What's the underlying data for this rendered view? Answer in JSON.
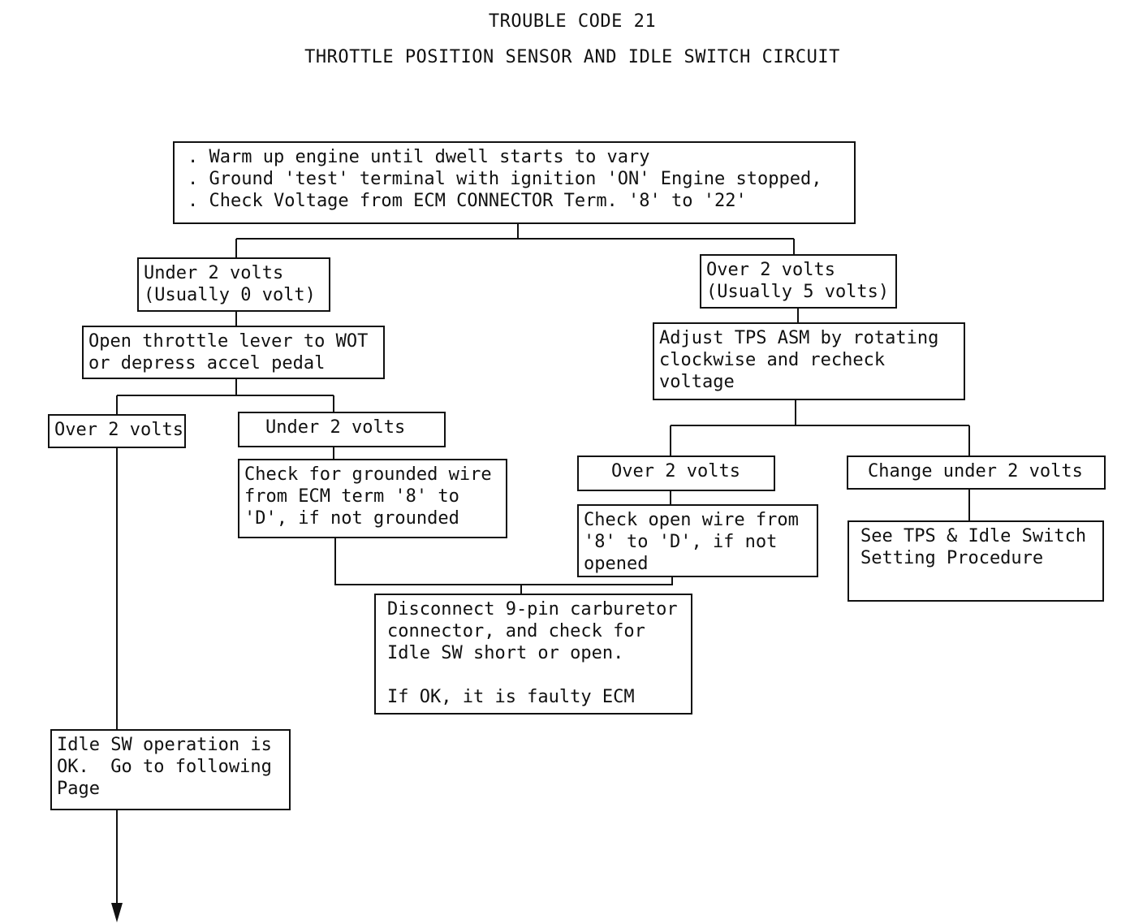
{
  "title": "TROUBLE CODE 21",
  "subtitle": "THROTTLE POSITION SENSOR AND IDLE SWITCH CIRCUIT",
  "nodes": {
    "start": [
      ". Warm up engine until dwell starts to vary",
      ". Ground 'test' terminal with ignition 'ON' Engine stopped,",
      ". Check Voltage from ECM CONNECTOR Term. '8' to '22'"
    ],
    "under2_left": [
      "Under 2 volts",
      "(Usually 0 volt)"
    ],
    "over2_right": [
      "Over 2 volts",
      "(Usually 5 volts)"
    ],
    "open_throttle": [
      "Open throttle lever to WOT",
      "or depress accel pedal"
    ],
    "adjust_tps": [
      "Adjust TPS ASM by rotating",
      "clockwise and recheck",
      "voltage"
    ],
    "over2_a": [
      "Over 2 volts"
    ],
    "under2_b": [
      "Under 2 volts"
    ],
    "over2_c": [
      "Over 2 volts"
    ],
    "change_under2": [
      "Change under 2 volts"
    ],
    "check_grounded": [
      "Check for grounded wire",
      "from ECM term '8' to",
      "'D', if not grounded"
    ],
    "check_open": [
      "Check open wire from",
      "'8' to 'D', if not",
      "opened"
    ],
    "see_tps": [
      "See TPS & Idle Switch",
      "Setting Procedure"
    ],
    "disconnect": [
      "Disconnect 9-pin carburetor",
      "connector, and check for",
      "Idle SW short or open.",
      "",
      "If OK, it is faulty ECM"
    ],
    "idle_ok": [
      "Idle SW operation is",
      "OK.  Go to following",
      "Page"
    ]
  }
}
